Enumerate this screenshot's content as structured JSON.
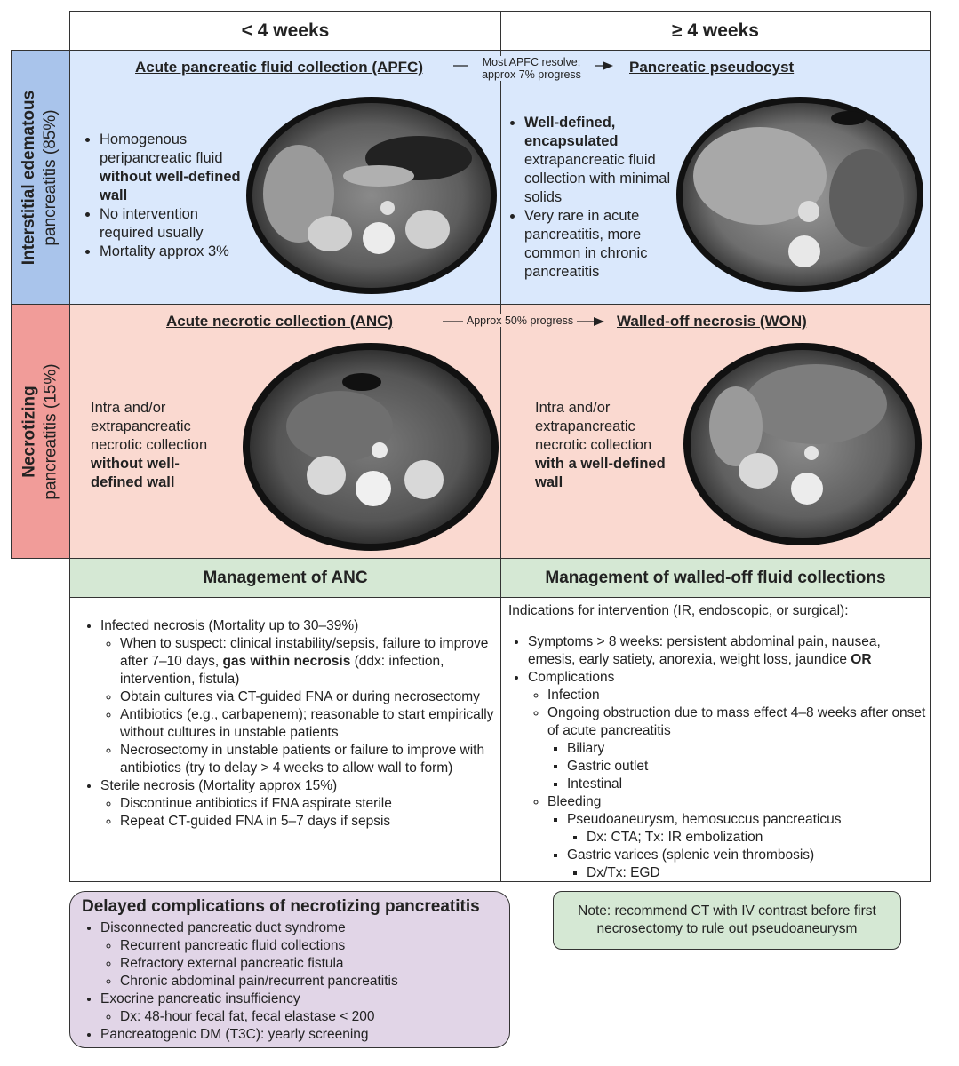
{
  "columns": {
    "lt4": "< 4 weeks",
    "ge4": "≥ 4 weeks"
  },
  "rows": {
    "interstitial": {
      "bold": "Interstitial edematous",
      "normal": "pancreatitis (85%)"
    },
    "necrotizing": {
      "bold": "Necrotizing",
      "normal": "pancreatitis (15%)"
    }
  },
  "apfc": {
    "title": "Acute pancreatic fluid collection (APFC)",
    "items": [
      [
        "Homogenous peripancreatic fluid ",
        "without well-defined wall"
      ],
      [
        "No intervention required usually",
        ""
      ],
      [
        "Mortality approx 3%",
        ""
      ]
    ]
  },
  "arrow1": {
    "line1": "Most APFC resolve;",
    "line2": "approx 7% progress"
  },
  "pseudocyst": {
    "title": "Pancreatic pseudocyst",
    "items": [
      [
        "",
        "Well-defined, encapsulated",
        " extrapancreatic fluid collection with minimal solids"
      ],
      [
        "Very rare in acute pancreatitis, more common in chronic pancreatitis",
        "",
        ""
      ]
    ]
  },
  "anc": {
    "title": "Acute necrotic collection (ANC)",
    "text": "Intra and/or extrapancreatic necrotic collection ",
    "bold": "without well-defined wall"
  },
  "arrow2": {
    "label": "Approx 50% progress"
  },
  "won": {
    "title": "Walled-off necrosis (WON)",
    "text": "Intra and/or extrapancreatic necrotic collection ",
    "bold": "with a well-defined wall"
  },
  "management": {
    "anc_header": "Management of ANC",
    "won_header": "Management of walled-off fluid collections",
    "anc": {
      "infected": "Infected necrosis (Mortality up to 30–39%)",
      "suspect_pre": "When to suspect: clinical instability/sepsis, failure to improve after 7–10 days, ",
      "suspect_bold": "gas within necrosis",
      "suspect_post": " (ddx: infection, intervention, fistula)",
      "cultures": "Obtain cultures via CT-guided FNA or during necrosectomy",
      "antibiotics": "Antibiotics (e.g., carbapenem); reasonable to start empirically without cultures in unstable patients",
      "necrosectomy": "Necrosectomy in unstable patients or failure to improve with antibiotics (try to delay > 4 weeks to allow wall to form)",
      "sterile": "Sterile necrosis (Mortality approx 15%)",
      "discontinue": "Discontinue antibiotics if FNA aspirate sterile",
      "repeat": "Repeat CT-guided FNA in 5–7 days if sepsis"
    },
    "won": {
      "intro": "Indications for intervention (IR, endoscopic, or surgical):",
      "symptoms": "Symptoms > 8 weeks: persistent abdominal pain, nausea, emesis, early satiety, anorexia, weight loss, jaundice ",
      "or": "OR",
      "complications": "Complications",
      "infection": "Infection",
      "obstruction": "Ongoing obstruction due to mass effect 4–8 weeks after onset of acute pancreatitis",
      "biliary": "Biliary",
      "gastric_outlet": "Gastric outlet",
      "intestinal": "Intestinal",
      "bleeding": "Bleeding",
      "pseudoaneurysm": "Pseudoaneurysm, hemosuccus pancreaticus",
      "dx_cta": "Dx: CTA; Tx: IR embolization",
      "varices": "Gastric varices (splenic vein thrombosis)",
      "dx_egd": "Dx/Tx: EGD"
    }
  },
  "delayed": {
    "title": "Delayed complications of necrotizing pancreatitis",
    "dpds": "Disconnected pancreatic duct syndrome",
    "recurrent": "Recurrent pancreatic fluid collections",
    "fistula": "Refractory external pancreatic fistula",
    "chronic": "Chronic abdominal pain/recurrent pancreatitis",
    "exocrine": "Exocrine pancreatic insufficiency",
    "dx_fecal": "Dx: 48-hour fecal fat, fecal elastase < 200",
    "dm": "Pancreatogenic DM (T3C): yearly screening"
  },
  "note": "Note: recommend CT with IV contrast before first necrosectomy to rule out pseudoaneurysm",
  "colors": {
    "blue": "#dae8fc",
    "pink": "#fad9d0",
    "green": "#d5e8d4",
    "purple": "#e1d5e7",
    "row_blue": "#a9c4eb",
    "row_pink": "#f19c99"
  }
}
